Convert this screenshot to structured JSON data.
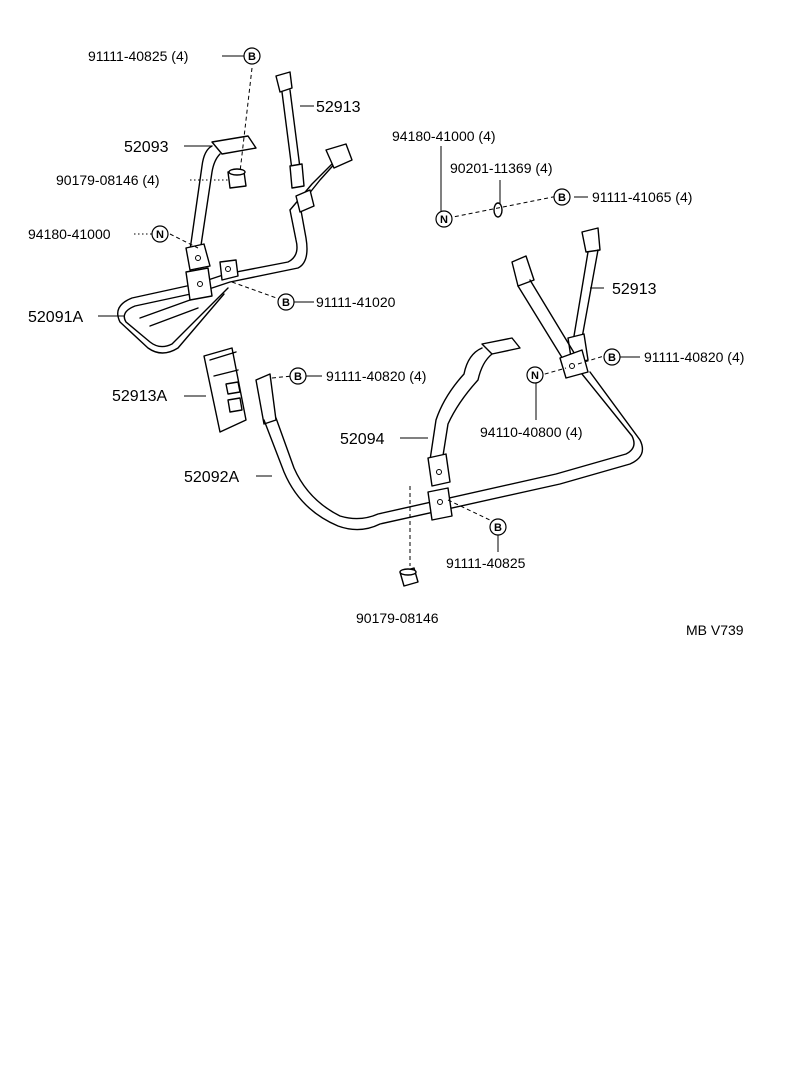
{
  "labels": {
    "bolt_top_left": "91111-40825 (4)",
    "sym_b1": "B",
    "link_52913_top": "52913",
    "bracket_52093": "52093",
    "nut_90179_top": "90179-08146 (4)",
    "nut_94180_left": "94180-41000",
    "sym_n1": "N",
    "bolt_91111_41020": "91111-41020",
    "sym_b2": "B",
    "bar_52091A": "52091A",
    "nut_94180_right": "94180-41000 (4)",
    "washer_90201": "90201-11369 (4)",
    "bolt_91111_41065": "91111-41065 (4)",
    "sym_n2": "N",
    "sym_b3": "B",
    "link_52913_right": "52913",
    "bolt_91111_40820_right": "91111-40820 (4)",
    "sym_b4": "B",
    "nut_94110": "94110-40800 (4)",
    "sym_n3": "N",
    "bracket_52913A": "52913A",
    "bolt_91111_40820_left": "91111-40820 (4)",
    "sym_b5": "B",
    "bracket_52094": "52094",
    "bar_52092A": "52092A",
    "bolt_91111_40825_bottom": "91111-40825",
    "sym_b6": "B",
    "nut_90179_bottom": "90179-08146",
    "figure_code": "MB V739"
  }
}
